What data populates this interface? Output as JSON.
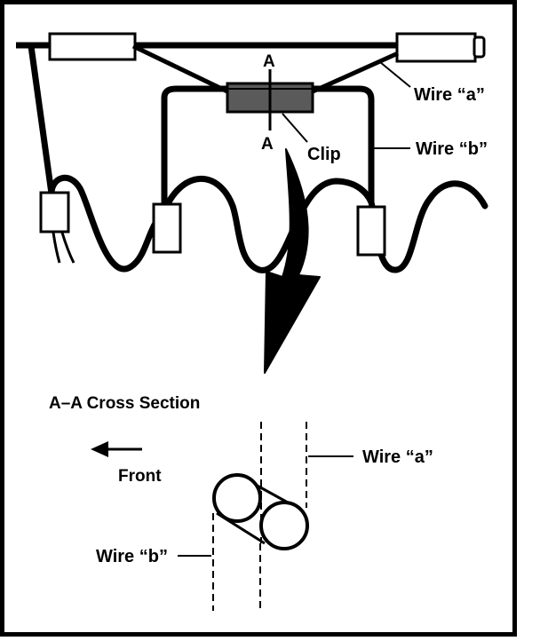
{
  "labels": {
    "section_marker_top": "A",
    "section_marker_bottom": "A",
    "clip": "Clip",
    "wire_a": "Wire “a”",
    "wire_b": "Wire “b”",
    "cross_section_title": "A–A Cross Section",
    "front": "Front",
    "wire_a_cross_section": "Wire “a”",
    "wire_b_cross_section": "Wire “b”"
  },
  "colors": {
    "ink": "#000000",
    "paper": "#ffffff",
    "clip_fill": "#5a5a5a"
  }
}
